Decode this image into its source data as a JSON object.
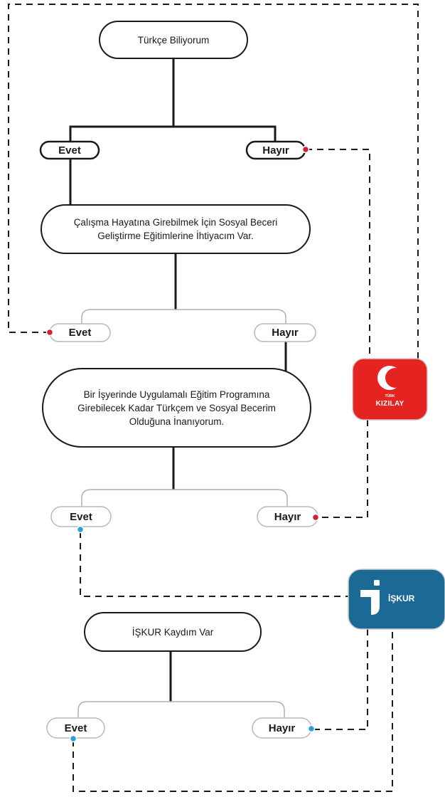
{
  "nodes": {
    "q1": "Türkçe Biliyorum",
    "q1_yes": "Evet",
    "q1_no": "Hayır",
    "q2": "Çalışma Hayatına Girebilmek İçin Sosyal Beceri Geliştirme Eğitimlerine İhtiyacım Var.",
    "q2_yes": "Evet",
    "q2_no": "Hayır",
    "q3": "Bir İşyerinde Uygulamalı Eğitim Programına Girebilecek Kadar Türkçem ve Sosyal Becerim Olduğuna İnanıyorum.",
    "q3_yes": "Evet",
    "q3_no": "Hayır",
    "q4": "İŞKUR Kaydım Var",
    "q4_yes": "Evet",
    "q4_no": "Hayır"
  },
  "logos": {
    "kizilay_small": "TÜRK",
    "kizilay": "KIZILAY",
    "iskur": "İŞKUR"
  },
  "colors": {
    "kizilay_red": "#e52421",
    "iskur_blue": "#1b6a95",
    "dot_red": "#d3202e",
    "dot_blue": "#2a9fd8",
    "line": "#1a1a1a"
  }
}
